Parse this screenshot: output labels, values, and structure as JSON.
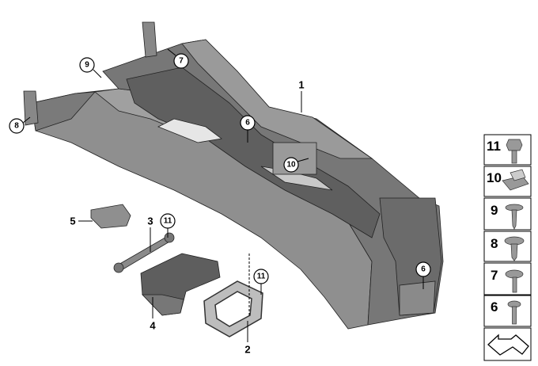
{
  "diagram": {
    "type": "exploded parts diagram",
    "callouts": [
      {
        "id": "part-1",
        "label": "1",
        "style": "plain"
      },
      {
        "id": "part-2",
        "label": "2",
        "style": "plain"
      },
      {
        "id": "part-3",
        "label": "3",
        "style": "plain"
      },
      {
        "id": "part-4",
        "label": "4",
        "style": "plain"
      },
      {
        "id": "part-5",
        "label": "5",
        "style": "plain"
      },
      {
        "id": "part-6a",
        "label": "6",
        "style": "circled"
      },
      {
        "id": "part-6b",
        "label": "6",
        "style": "circled"
      },
      {
        "id": "part-7",
        "label": "7",
        "style": "circled"
      },
      {
        "id": "part-8",
        "label": "8",
        "style": "circled"
      },
      {
        "id": "part-9",
        "label": "9",
        "style": "circled"
      },
      {
        "id": "part-10",
        "label": "10",
        "style": "circled"
      },
      {
        "id": "part-11a",
        "label": "11",
        "style": "circled"
      },
      {
        "id": "part-11b",
        "label": "11",
        "style": "circled"
      }
    ],
    "legend": [
      {
        "label": "11",
        "icon": "hex-bolt-icon"
      },
      {
        "label": "10",
        "icon": "clip-nut-icon"
      },
      {
        "label": "9",
        "icon": "washer-screw-icon"
      },
      {
        "label": "8",
        "icon": "washer-screw-icon"
      },
      {
        "label": "7",
        "icon": "washer-bolt-icon"
      },
      {
        "label": "6",
        "icon": "hex-bolt-washer-icon"
      },
      {
        "label": "",
        "icon": "direction-arrow-icon"
      }
    ],
    "colors": {
      "part": "#8a8a8a",
      "part_dark": "#5e5e5e",
      "part_light": "#b4b4b4",
      "outline": "#1a1a1a"
    }
  }
}
